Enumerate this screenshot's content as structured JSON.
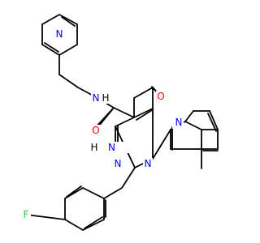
{
  "atom_labels": {
    "pyridine_n": "N",
    "amide_nh": "N",
    "amide_h": "H",
    "amide_o": "O",
    "ketone_o": "O",
    "imino_h": "H",
    "imino_n": "N",
    "bridgehead_n": "N",
    "ring_n_upper": "N",
    "ring_n_middle": "N",
    "ring_n_lower": "N",
    "fluorine": "F"
  },
  "colors": {
    "bond": "#000000",
    "nitrogen": "#0000ff",
    "oxygen": "#ff0000",
    "fluorine": "#33cc33",
    "hydrogen": "#000000"
  }
}
